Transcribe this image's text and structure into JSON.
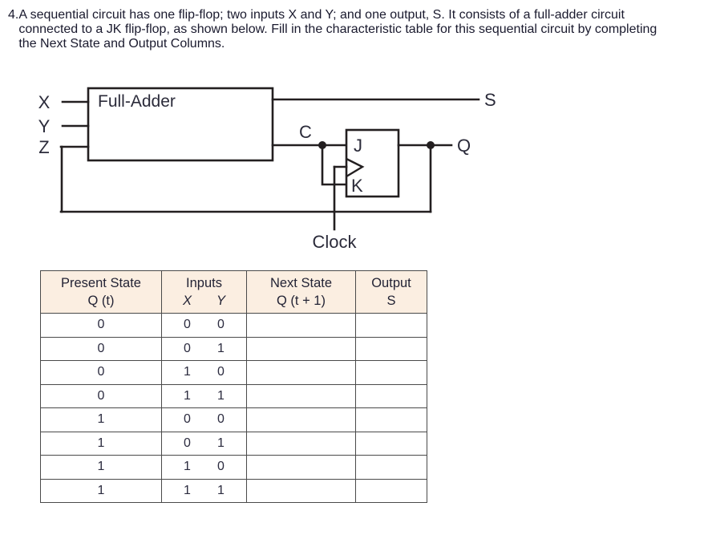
{
  "question": {
    "number": "4.",
    "text": "A sequential circuit has one flip-flop; two inputs X and Y; and one output, S. It consists of a full-adder circuit connected to a JK flip-flop, as shown below. Fill in the characteristic table for this sequential circuit by completing the Next State and Output Columns."
  },
  "circuit": {
    "full_adder_label": "Full-Adder",
    "input_x": "X",
    "input_y": "Y",
    "input_z": "Z",
    "node_c": "C",
    "output_s": "S",
    "output_q": "Q",
    "ff_j": "J",
    "ff_k": "K",
    "clock_label": "Clock"
  },
  "table": {
    "headers": [
      {
        "line1": "Present State",
        "line2": "Q (t)"
      },
      {
        "line1": "Inputs",
        "line2_x": "X",
        "line2_y": "Y"
      },
      {
        "line1": "Next State",
        "line2": "Q (t + 1)"
      },
      {
        "line1": "Output",
        "line2": "S"
      }
    ],
    "rows": [
      {
        "q": "0",
        "x": "0",
        "y": "0",
        "next": "",
        "s": ""
      },
      {
        "q": "0",
        "x": "0",
        "y": "1",
        "next": "",
        "s": ""
      },
      {
        "q": "0",
        "x": "1",
        "y": "0",
        "next": "",
        "s": ""
      },
      {
        "q": "0",
        "x": "1",
        "y": "1",
        "next": "",
        "s": ""
      },
      {
        "q": "1",
        "x": "0",
        "y": "0",
        "next": "",
        "s": ""
      },
      {
        "q": "1",
        "x": "0",
        "y": "1",
        "next": "",
        "s": ""
      },
      {
        "q": "1",
        "x": "1",
        "y": "0",
        "next": "",
        "s": ""
      },
      {
        "q": "1",
        "x": "1",
        "y": "1",
        "next": "",
        "s": ""
      }
    ]
  },
  "colors": {
    "header_bg": "#fbeee1",
    "border": "#4a4a4a",
    "ink": "#231f20",
    "text": "#232335"
  }
}
